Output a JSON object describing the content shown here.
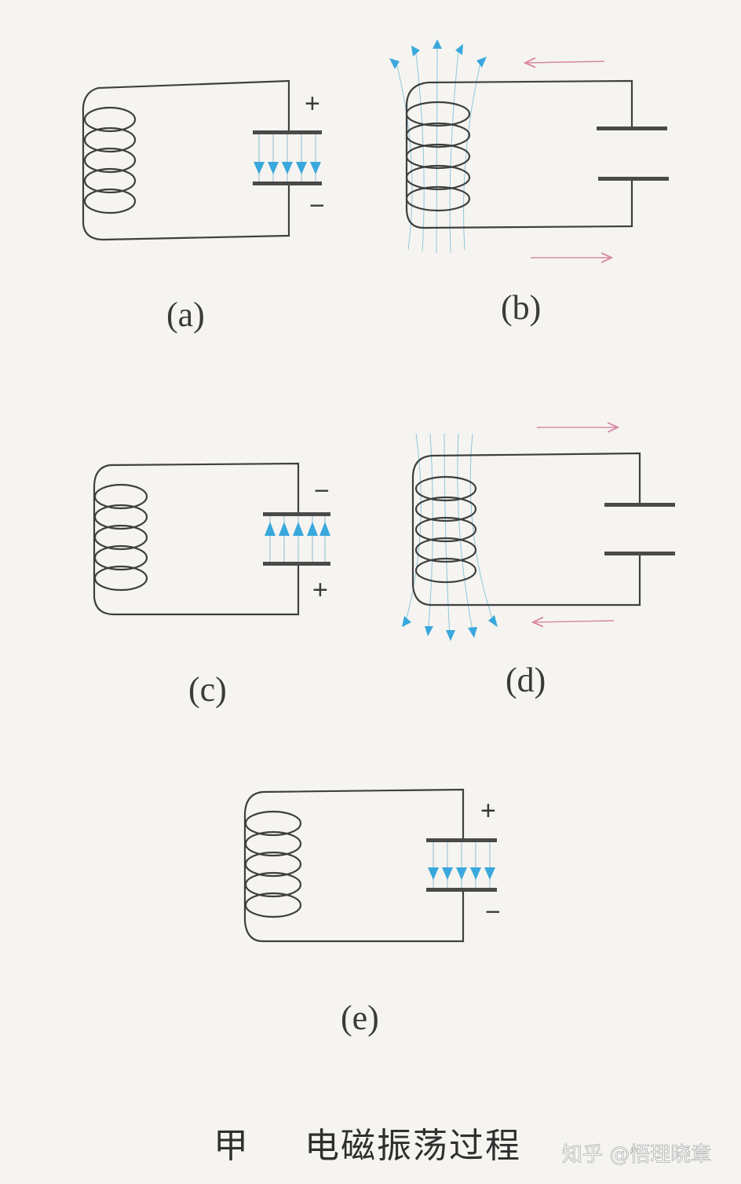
{
  "colors": {
    "wire": "#3f3f3f",
    "plate": "#4a4a4a",
    "electric_field": "#39a8dc",
    "magnetic_field": "#6fb9d8",
    "current_arrow": "#d98aa6",
    "text": "#333333",
    "background": "#f6f4f0"
  },
  "panels": [
    {
      "id": "a",
      "label": "(a)",
      "top_sign": "+",
      "bottom_sign": "−",
      "capacitor_state": "charged",
      "field_arrow_direction": "down"
    },
    {
      "id": "b",
      "label": "(b)",
      "capacitor_state": "discharged",
      "magnetic_field_direction": "up",
      "current_arrow_top": "left",
      "current_arrow_bottom": "right"
    },
    {
      "id": "c",
      "label": "(c)",
      "top_sign": "−",
      "bottom_sign": "+",
      "capacitor_state": "charged",
      "field_arrow_direction": "up"
    },
    {
      "id": "d",
      "label": "(d)",
      "capacitor_state": "discharged",
      "magnetic_field_direction": "down",
      "current_arrow_top": "right",
      "current_arrow_bottom": "left"
    },
    {
      "id": "e",
      "label": "(e)",
      "top_sign": "+",
      "bottom_sign": "−",
      "capacitor_state": "charged",
      "field_arrow_direction": "down"
    }
  ],
  "caption": {
    "prefix": "甲",
    "title": "电磁振荡过程"
  },
  "watermark": "知乎 @悟理晓章"
}
